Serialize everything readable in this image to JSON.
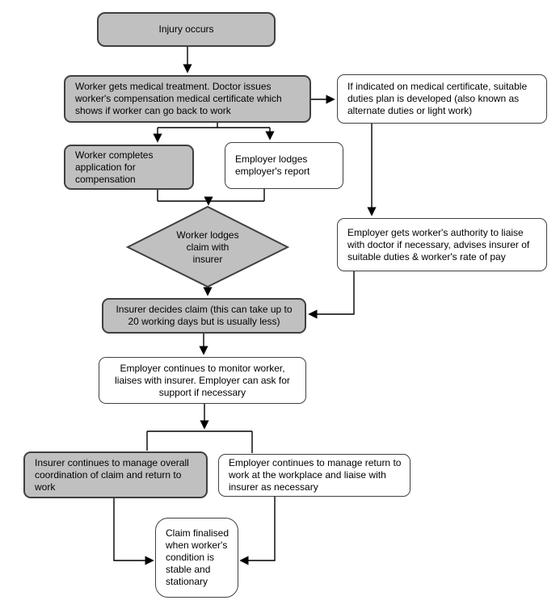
{
  "nodes": {
    "injury": {
      "text": "Injury occurs"
    },
    "medical": {
      "text": "Worker gets medical treatment. Doctor issues\nworker's compensation medical certificate which\nshows if worker can go back to work"
    },
    "suitable_duties": {
      "text": "If indicated on medical certificate, suitable\nduties plan is developed (also known as\nalternate duties or light work)"
    },
    "application": {
      "text": "Worker completes\napplication for\ncompensation"
    },
    "employer_report": {
      "text": "Employer lodges\nemployer's report"
    },
    "lodge_claim": {
      "text": "Worker lodges\nclaim with\ninsurer"
    },
    "authority": {
      "text": "Employer gets worker's authority to liaise\nwith doctor if necessary, advises insurer of\nsuitable duties & worker's rate of pay"
    },
    "decide_claim": {
      "text": "Insurer decides claim (this can take up to\n20 working days but is usually less)"
    },
    "monitor": {
      "text": "Employer continues to monitor worker,\nliaises with insurer. Employer can ask for\nsupport if necessary"
    },
    "coordination": {
      "text": "Insurer continues to manage overall\ncoordination of claim and return to\nwork"
    },
    "return_to_work": {
      "text": "Employer continues to manage return to\nwork at the workplace and liaise with\ninsurer as necessary"
    },
    "finalised": {
      "text": "Claim finalised\nwhen worker's\ncondition is\nstable and\nstationary"
    }
  },
  "colors": {
    "process_fill": "#c0c0c0",
    "alt_fill": "#ffffff",
    "border": "#404040",
    "line": "#000000"
  }
}
